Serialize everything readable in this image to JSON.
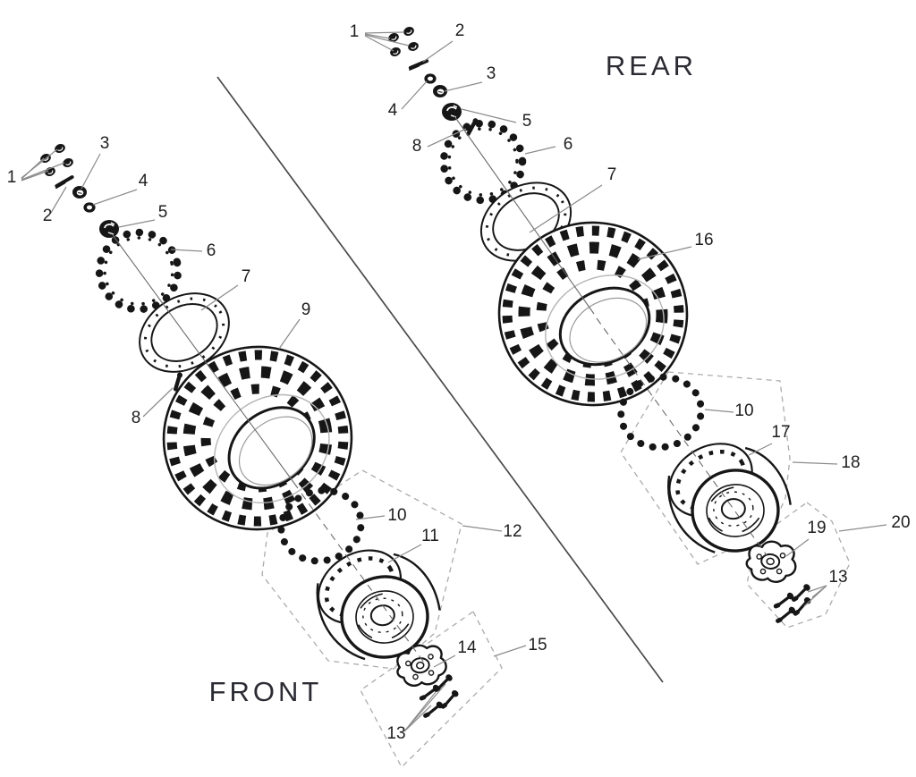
{
  "sections": {
    "front": "FRONT",
    "rear": "REAR"
  },
  "callouts": {
    "front": {
      "n1": "1",
      "n2": "2",
      "n3": "3",
      "n4": "4",
      "n5": "5",
      "n6": "6",
      "n7": "7",
      "n8": "8",
      "n9": "9",
      "n10": "10",
      "n11": "11",
      "n12": "12",
      "n13": "13",
      "n14": "14",
      "n15": "15"
    },
    "rear": {
      "n1": "1",
      "n2": "2",
      "n3": "3",
      "n4": "4",
      "n5": "5",
      "n6": "6",
      "n7": "7",
      "n8": "8",
      "n10": "10",
      "n13": "13",
      "n16": "16",
      "n17": "17",
      "n18": "18",
      "n19": "19",
      "n20": "20"
    }
  },
  "colors": {
    "ink": "#161616",
    "leader": "#8c8c8c",
    "outline_dash": "#ababab",
    "axis": "#6b6b6b",
    "divider": "#4a4a4a",
    "callout_text": "#1e1e1e",
    "title_text": "#2b2b33",
    "background": "#ffffff"
  }
}
